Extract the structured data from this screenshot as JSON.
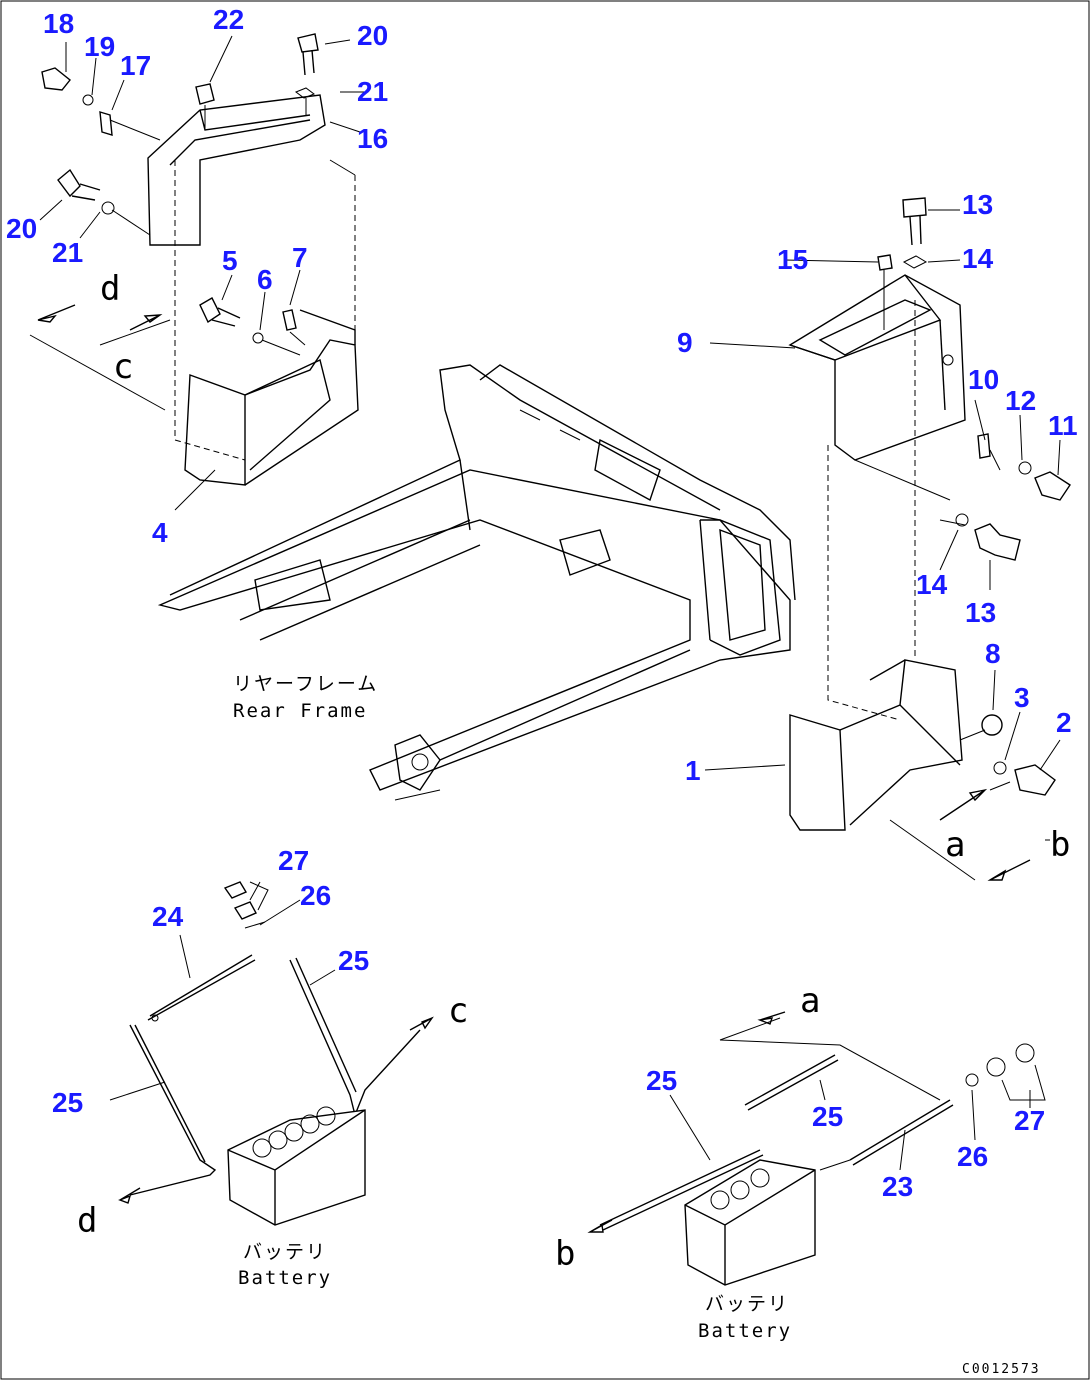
{
  "callouts": [
    "18",
    "19",
    "17",
    "22",
    "20",
    "21",
    "16",
    "20",
    "21",
    "5",
    "6",
    "7",
    "4",
    "13",
    "15",
    "14",
    "9",
    "10",
    "12",
    "11",
    "14",
    "13",
    "8",
    "3",
    "2",
    "1",
    "27",
    "26",
    "24",
    "25",
    "25",
    "25",
    "25",
    "23",
    "26",
    "27"
  ],
  "view_letters": [
    "d",
    "c",
    "a",
    "b",
    "c",
    "d",
    "a",
    "b"
  ],
  "captions": {
    "rear_frame_jp": "リヤーフレーム",
    "rear_frame_en": "Rear Frame",
    "battery_left_jp": "バッテリ",
    "battery_left_en": "Battery",
    "battery_right_jp": "バッテリ",
    "battery_right_en": "Battery"
  },
  "drawing_code": "C0012573"
}
